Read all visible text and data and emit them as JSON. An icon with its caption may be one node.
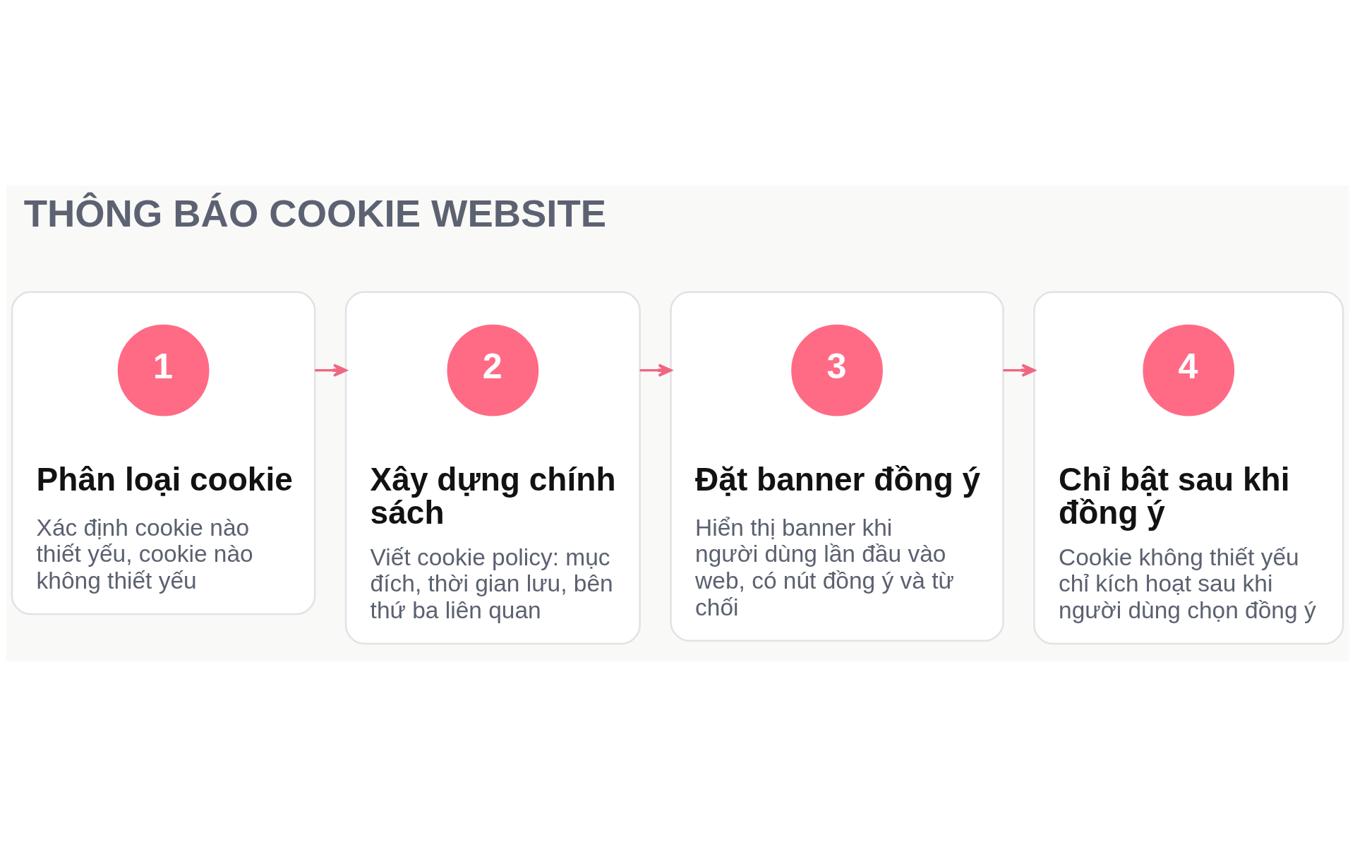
{
  "diagram": {
    "title": "THÔNG BÁO COOKIE WEBSITE",
    "nodes": [
      {
        "text": [
          "Phân loại cookie",
          "Xác định cookie nào thiết yếu, cookie nào không thiết yếu"
        ]
      },
      {
        "text": [
          "1"
        ],
        "in": 0
      },
      {
        "text": [
          "Xây dựng chính sách",
          "Viết cookie policy: mục đích, thời gian lưu, bên thứ ba liên quan"
        ]
      },
      {
        "text": [
          "2"
        ],
        "in": 2
      },
      {
        "text": [
          "Đặt banner đồng ý",
          "Hiển thị banner khi người dùng lần đầu vào web, có nút đồng ý và từ chối"
        ]
      },
      {
        "text": [
          "3"
        ],
        "in": 4
      },
      {
        "text": [
          "Chỉ bật sau khi đồng ý",
          "Cookie không thiết yếu chỉ kích hoạt sau khi người dùng chọn đồng ý"
        ]
      },
      {
        "text": [
          "4"
        ],
        "in": 6
      }
    ],
    "edges": [
      {
        "from": 0,
        "to": 2,
        "arrow": "to"
      },
      {
        "from": 2,
        "to": 4,
        "arrow": "to"
      },
      {
        "from": 4,
        "to": 6,
        "arrow": "to"
      }
    ]
  }
}
